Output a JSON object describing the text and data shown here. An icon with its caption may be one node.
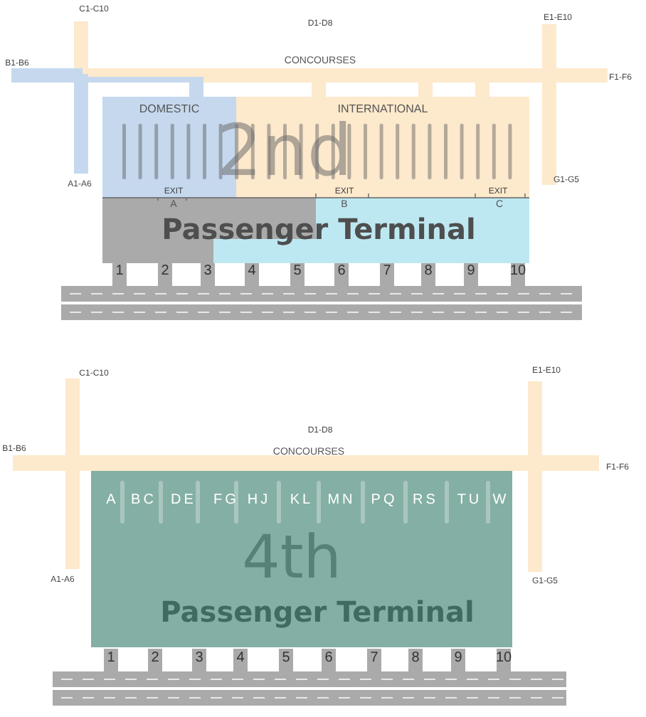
{
  "diagram": {
    "nodes": [
      {
        "text": [
          "DOMESTIC"
        ]
      },
      {
        "text": [
          "INTERNATIONAL"
        ]
      }
    ],
    "labels": [
      "C1-C10",
      "D1-D8",
      "E1-E10",
      "B1-B6",
      "CONCOURSES",
      "F1-F6",
      "2nd",
      "A1-A6",
      "G1-G5",
      "EXIT",
      "EXIT",
      "EXIT",
      "A",
      "B",
      "C",
      "Passenger Terminal",
      "1",
      "2",
      "3",
      "4",
      "5",
      "6",
      "7",
      "8",
      "9",
      "10",
      "C1-C10",
      "E1-E10",
      "D1-D8",
      "B1-B6",
      "CONCOURSES",
      "F1-F6",
      "4th",
      "A",
      "BC",
      "DE",
      "FG",
      "HJ",
      "KL",
      "MN",
      "PQ",
      "RS",
      "TU",
      "W",
      "A1-A6",
      "G1-G5",
      "Passenger Terminal",
      "1",
      "2",
      "3",
      "4",
      "5",
      "6",
      "7",
      "8",
      "9",
      "10"
    ]
  }
}
